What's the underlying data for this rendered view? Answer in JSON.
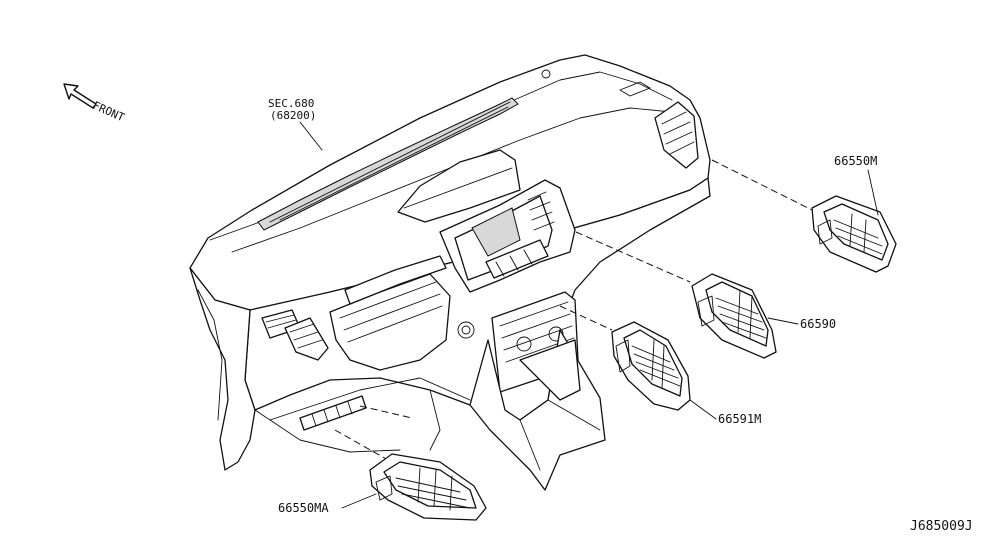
{
  "orientation": {
    "label": "FRONT",
    "arrow_icon": "front-arrow-icon"
  },
  "section_ref": {
    "line1": "SEC.680",
    "line2": "(68200)"
  },
  "parts": [
    {
      "id": "vent-side-right",
      "label": "66550M"
    },
    {
      "id": "vent-center-right",
      "label": "66590"
    },
    {
      "id": "vent-center-left",
      "label": "66591M"
    },
    {
      "id": "vent-side-left",
      "label": "66550MA"
    }
  ],
  "diagram_code": "J685009J"
}
